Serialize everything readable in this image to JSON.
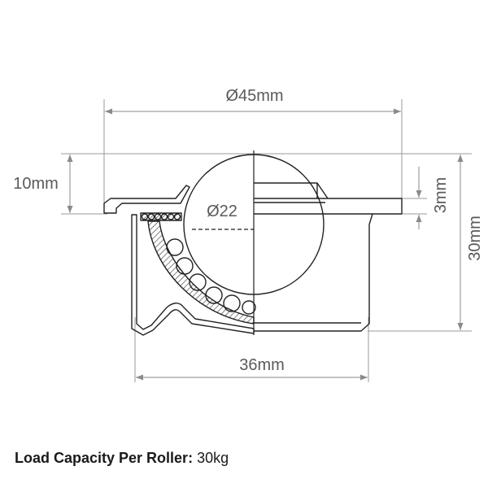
{
  "dimensions": {
    "outer_diameter": "Ø45mm",
    "top_height": "10mm",
    "ball_diameter": "Ø22",
    "flange_thickness": "3mm",
    "total_height": "30mm",
    "base_width": "36mm"
  },
  "footer": {
    "label": "Load Capacity Per Roller:",
    "value": " 30kg"
  },
  "colors": {
    "dimension_line": "#9a9a9a",
    "outline": "#222222",
    "text": "#5a5a5a"
  }
}
